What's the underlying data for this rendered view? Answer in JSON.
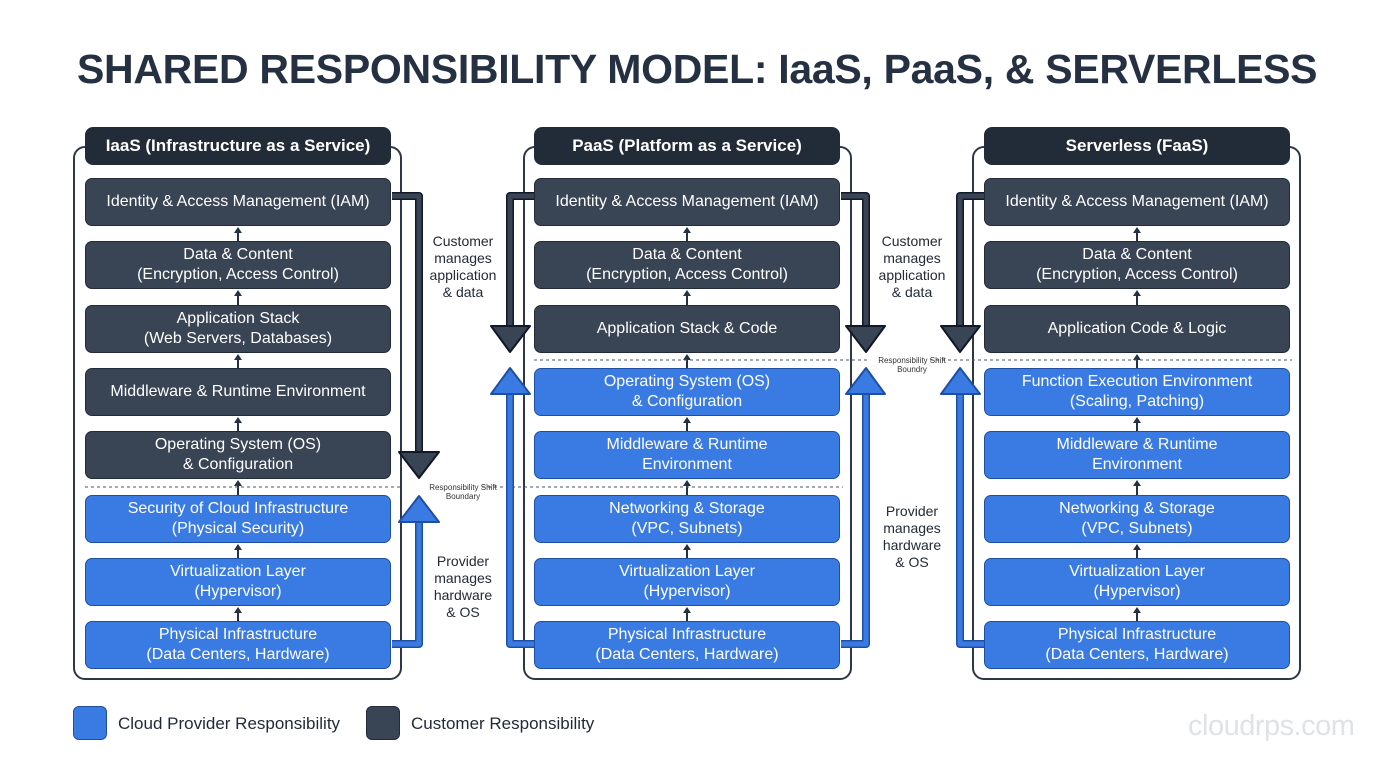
{
  "title": "SHARED RESPONSIBILITY MODEL: IaaS, PaaS, & SERVERLESS",
  "columns": [
    {
      "header": "IaaS (Infrastructure as a Service)",
      "layers": [
        {
          "text": "Identity & Access Management (IAM)",
          "owner": "customer"
        },
        {
          "text": "Data & Content\n(Encryption, Access Control)",
          "owner": "customer"
        },
        {
          "text": "Application Stack\n(Web Servers, Databases)",
          "owner": "customer"
        },
        {
          "text": "Middleware & Runtime Environment",
          "owner": "customer"
        },
        {
          "text": "Operating System (OS)\n& Configuration",
          "owner": "customer"
        },
        {
          "text": "Security of Cloud Infrastructure\n(Physical Security)",
          "owner": "provider"
        },
        {
          "text": "Virtualization Layer\n(Hypervisor)",
          "owner": "provider"
        },
        {
          "text": "Physical Infrastructure\n(Data Centers, Hardware)",
          "owner": "provider"
        }
      ]
    },
    {
      "header": "PaaS (Platform as a Service)",
      "layers": [
        {
          "text": "Identity & Access Management (IAM)",
          "owner": "customer"
        },
        {
          "text": "Data & Content\n(Encryption, Access Control)",
          "owner": "customer"
        },
        {
          "text": "Application Stack & Code",
          "owner": "customer"
        },
        {
          "text": "Operating System (OS)\n& Configuration",
          "owner": "provider"
        },
        {
          "text": "Middleware & Runtime\nEnvironment",
          "owner": "provider"
        },
        {
          "text": "Networking & Storage\n(VPC, Subnets)",
          "owner": "provider"
        },
        {
          "text": "Virtualization Layer\n(Hypervisor)",
          "owner": "provider"
        },
        {
          "text": "Physical Infrastructure\n(Data Centers, Hardware)",
          "owner": "provider"
        }
      ]
    },
    {
      "header": "Serverless (FaaS)",
      "layers": [
        {
          "text": "Identity & Access Management (IAM)",
          "owner": "customer"
        },
        {
          "text": "Data & Content\n(Encryption, Access Control)",
          "owner": "customer"
        },
        {
          "text": "Application Code & Logic",
          "owner": "customer"
        },
        {
          "text": "Function Execution Environment\n(Scaling, Patching)",
          "owner": "provider"
        },
        {
          "text": "Middleware & Runtime\nEnvironment",
          "owner": "provider"
        },
        {
          "text": "Networking & Storage\n(VPC, Subnets)",
          "owner": "provider"
        },
        {
          "text": "Virtualization Layer\n(Hypervisor)",
          "owner": "provider"
        },
        {
          "text": "Physical Infrastructure\n(Data Centers, Hardware)",
          "owner": "provider"
        }
      ]
    }
  ],
  "notes": {
    "customer": "Customer\nmanages\napplication\n& data",
    "provider": "Provider\nmanages\nhardware\n& OS",
    "boundary": "Responsibility Shift\nBoundary",
    "boundary_alt": "Responsibility Shift\nBoundry"
  },
  "legend": {
    "provider_label": "Cloud Provider Responsibility",
    "customer_label": "Customer Responsibility"
  },
  "colors": {
    "customer": "#394454",
    "provider": "#3a7be3",
    "header": "#222b38"
  },
  "watermark": "cloudrps.com"
}
